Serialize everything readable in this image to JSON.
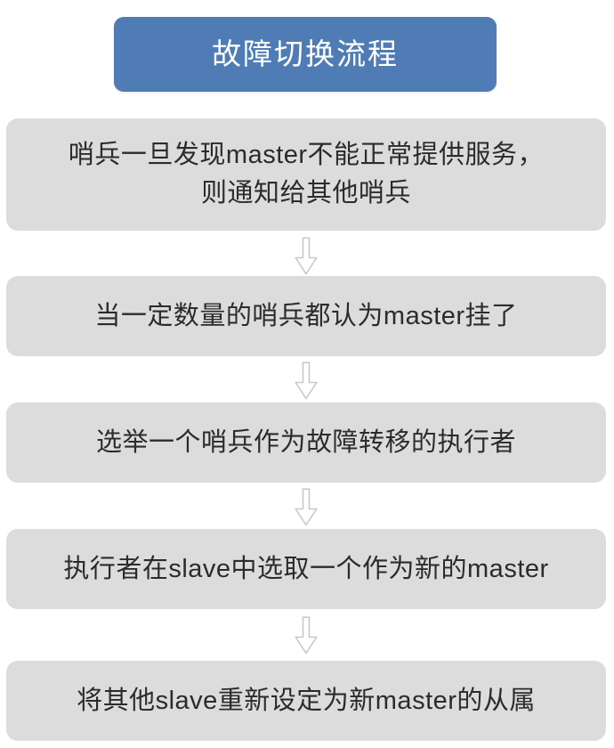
{
  "diagram": {
    "title": "故障切换流程",
    "title_color": "#4f7cb5",
    "title_text_color": "#ffffff",
    "box_color": "#dcdcdc",
    "box_text_color": "#2b2b2b",
    "arrow_color": "#c9c9c9",
    "steps": [
      {
        "text": "哨兵一旦发现master不能正常提供服务，\n则通知给其他哨兵"
      },
      {
        "text": "当一定数量的哨兵都认为master挂了"
      },
      {
        "text": "选举一个哨兵作为故障转移的执行者"
      },
      {
        "text": "执行者在slave中选取一个作为新的master"
      },
      {
        "text": "将其他slave重新设定为新master的从属"
      }
    ],
    "connectors": [
      {
        "label": "down-arrow"
      },
      {
        "label": "down-arrow"
      },
      {
        "label": "down-arrow"
      },
      {
        "label": "down-arrow"
      }
    ]
  }
}
